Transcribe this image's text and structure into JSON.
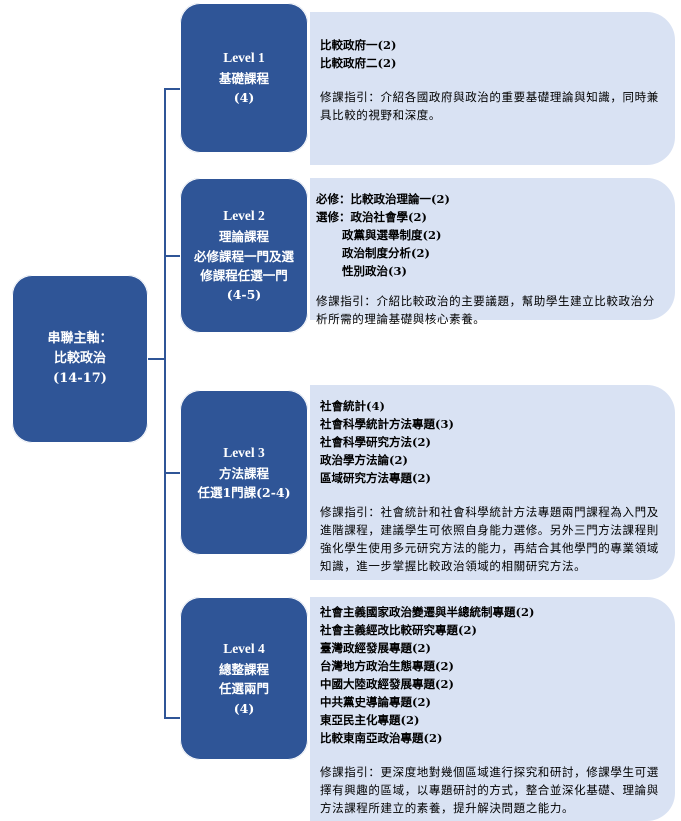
{
  "root": {
    "line1": "串聯主軸：",
    "line2": "比較政治",
    "line3": "(14-17)"
  },
  "levels": [
    {
      "level": "Level 1",
      "name": "基礎課程",
      "detail": "",
      "credits": "(4)",
      "courses": [
        "比較政府一(2)",
        "比較政府二(2)"
      ],
      "guide": "修課指引：介紹各國政府與政治的重要基礎理論與知識，同時兼具比較的視野和深度。"
    },
    {
      "level": "Level 2",
      "name": "理論課程",
      "detail": "必修課程一門及選修課程任選一門",
      "credits": "(4-5)",
      "required_label": "必修：",
      "required": "比較政治理論一(2)",
      "elective_label": "選修：",
      "electives": [
        "政治社會學(2)",
        "政黨與選舉制度(2)",
        "政治制度分析(2)",
        "性別政治(3)"
      ],
      "guide": "修課指引：介紹比較政治的主要議題，幫助學生建立比較政治分析所需的理論基礎與核心素養。"
    },
    {
      "level": "Level 3",
      "name": "方法課程",
      "detail": "任選1門課(2-4)",
      "credits": "",
      "courses": [
        "社會統計(4)",
        "社會科學統計方法專題(3)",
        "社會科學研究方法(2)",
        "政治學方法論(2)",
        "區域研究方法專題(2)"
      ],
      "guide": "修課指引：社會統計和社會科學統計方法專題兩門課程為入門及進階課程，建議學生可依照自身能力選修。另外三門方法課程則強化學生使用多元研究方法的能力，再結合其他學門的專業領域知識，進一步掌握比較政治領域的相關研究方法。"
    },
    {
      "level": "Level 4",
      "name": "總整課程",
      "detail": "任選兩門",
      "credits": "(4)",
      "courses": [
        "社會主義國家政治變遷與半總統制專題(2)",
        "社會主義經改比較研究專題(2)",
        "臺灣政經發展專題(2)",
        "台灣地方政治生態專題(2)",
        "中國大陸政經發展專題(2)",
        "中共黨史導論專題(2)",
        "東亞民主化專題(2)",
        "比較東南亞政治專題(2)"
      ],
      "guide": "修課指引：更深度地對幾個區域進行探究和研討，修課學生可選擇有興趣的區域，以專題研討的方式，整合並深化基礎、理論與方法課程所建立的素養，提升解決問題之能力。"
    }
  ]
}
